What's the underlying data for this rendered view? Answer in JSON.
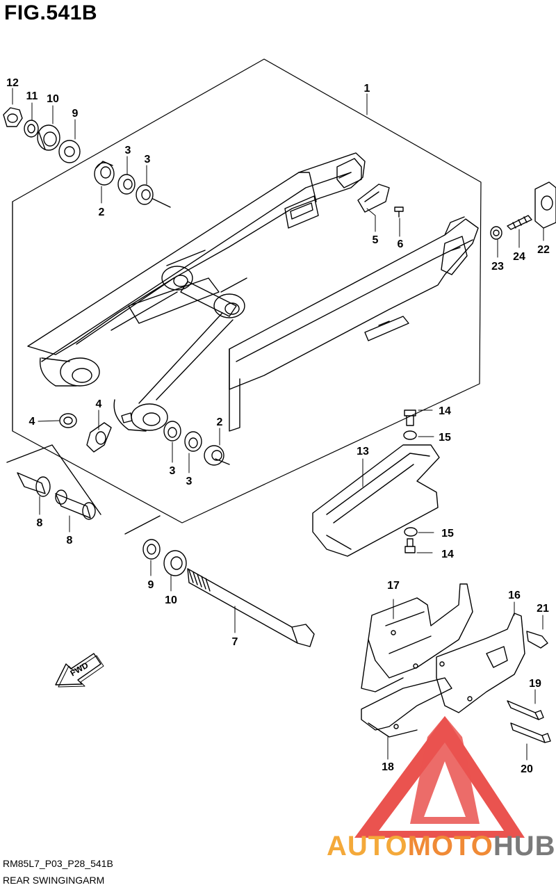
{
  "figure": {
    "title": "FIG.541B",
    "code": "RM85L7_P03_P28_541B",
    "name": "REAR SWINGINGARM"
  },
  "fwd_label": "FWD",
  "callouts": [
    {
      "id": "c12",
      "label": "12"
    },
    {
      "id": "c11",
      "label": "11"
    },
    {
      "id": "c10a",
      "label": "10"
    },
    {
      "id": "c9a",
      "label": "9"
    },
    {
      "id": "c3a",
      "label": "3"
    },
    {
      "id": "c3b",
      "label": "3"
    },
    {
      "id": "c2a",
      "label": "2"
    },
    {
      "id": "c1",
      "label": "1"
    },
    {
      "id": "c5",
      "label": "5"
    },
    {
      "id": "c6",
      "label": "6"
    },
    {
      "id": "c22",
      "label": "22"
    },
    {
      "id": "c24",
      "label": "24"
    },
    {
      "id": "c23",
      "label": "23"
    },
    {
      "id": "c4a",
      "label": "4"
    },
    {
      "id": "c4b",
      "label": "4"
    },
    {
      "id": "c2b",
      "label": "2"
    },
    {
      "id": "c3c",
      "label": "3"
    },
    {
      "id": "c3d",
      "label": "3"
    },
    {
      "id": "c8a",
      "label": "8"
    },
    {
      "id": "c8b",
      "label": "8"
    },
    {
      "id": "c14a",
      "label": "14"
    },
    {
      "id": "c15a",
      "label": "15"
    },
    {
      "id": "c13",
      "label": "13"
    },
    {
      "id": "c15b",
      "label": "15"
    },
    {
      "id": "c14b",
      "label": "14"
    },
    {
      "id": "c9b",
      "label": "9"
    },
    {
      "id": "c10b",
      "label": "10"
    },
    {
      "id": "c7",
      "label": "7"
    },
    {
      "id": "c17",
      "label": "17"
    },
    {
      "id": "c16",
      "label": "16"
    },
    {
      "id": "c21",
      "label": "21"
    },
    {
      "id": "c19",
      "label": "19"
    },
    {
      "id": "c20",
      "label": "20"
    },
    {
      "id": "c18",
      "label": "18"
    }
  ],
  "watermark": {
    "part1": "AUTO",
    "part2": "MOTO",
    "part3": "HUB",
    "colors": {
      "auto": "#f4a93a",
      "moto": "#f08a36",
      "hub": "#7a7a7a",
      "logo": "#e8413c"
    }
  }
}
